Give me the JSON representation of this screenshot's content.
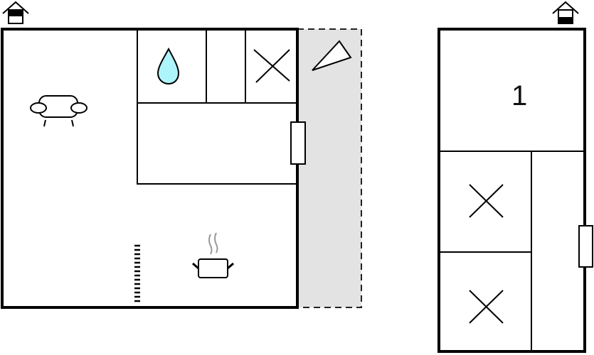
{
  "floors": [
    {
      "name": "ground-floor",
      "icon": "house-ground-floor-icon",
      "rooms": [
        "living-room",
        "bathroom",
        "bedroom",
        "hallway",
        "kitchen",
        "terrace"
      ]
    },
    {
      "name": "upper-floor",
      "icon": "house-upper-floor-icon",
      "rooms": [
        {
          "label": "1"
        },
        "bedroom",
        "bedroom",
        "hallway"
      ]
    }
  ],
  "colors": {
    "wall": "#000000",
    "terrace": "#e3e3e3",
    "water": "#aef4fb",
    "steam": "#999999"
  }
}
